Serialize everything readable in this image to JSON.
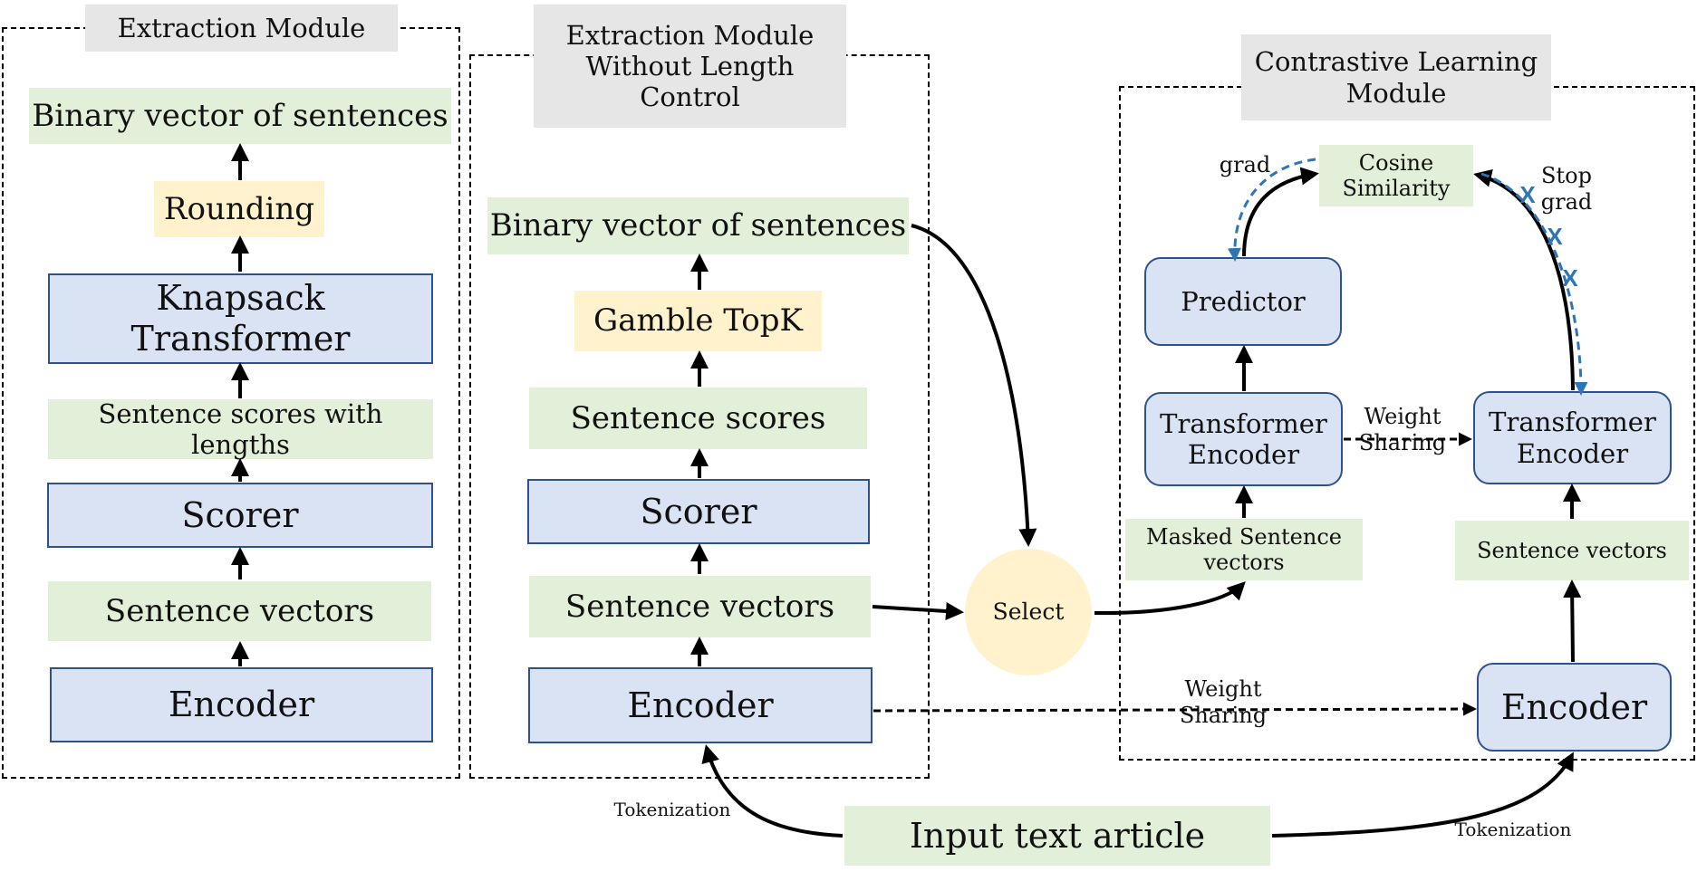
{
  "modules": {
    "extraction": {
      "title": "Extraction Module",
      "binary": "Binary vector of sentences",
      "rounding": "Rounding",
      "knapsack": "Knapsack\nTransformer",
      "scores": "Sentence scores with\nlengths",
      "scorer": "Scorer",
      "vectors": "Sentence vectors",
      "encoder": "Encoder"
    },
    "extraction_no_length": {
      "title": "Extraction Module\nWithout Length\nControl",
      "binary": "Binary vector of sentences",
      "topk": "Gamble TopK",
      "scores": "Sentence scores",
      "scorer": "Scorer",
      "vectors": "Sentence vectors",
      "encoder": "Encoder"
    },
    "contrastive": {
      "title": "Contrastive Learning\nModule",
      "cosine": "Cosine\nSimilarity",
      "grad": "grad",
      "stop_grad": "Stop grad",
      "predictor": "Predictor",
      "left_transformer": "Transformer\nEncoder",
      "right_transformer": "Transformer\nEncoder",
      "weight_sharing_top": "Weight\nSharing",
      "masked_vectors": "Masked Sentence\nvectors",
      "sentence_vectors": "Sentence vectors",
      "encoder": "Encoder"
    }
  },
  "select": "Select",
  "weight_sharing_bottom": "Weight\nSharing",
  "input": "Input text article",
  "tokenization_left": "Tokenization",
  "tokenization_right": "Tokenization",
  "stop_grad_marker": "X",
  "colors": {
    "green_box": "#e2efd9",
    "yellow_box": "#fff2cc",
    "blue_box": "#dae3f3",
    "blue_border": "#2f528f",
    "gray_title": "#e7e6e6",
    "gradient_path": "#2e75b6"
  }
}
